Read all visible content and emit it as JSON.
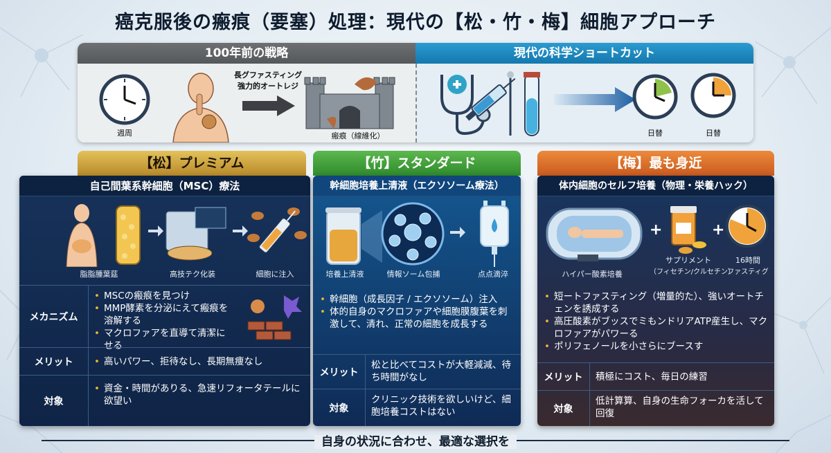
{
  "title": "癌克服後の瘢痕（要塞）処理：現代の【松・竹・梅】細胞アプローチ",
  "top": {
    "left_header": "100年前の戦略",
    "right_header": "現代の科学ショートカット",
    "clock_left_label": "週周",
    "arrow_label_1": "長グファスティング",
    "arrow_label_2": "強力的オートレジ",
    "castle_label": "瘢痕（線維化）",
    "clock_right_1_label": "日替",
    "clock_right_2_label": "日替"
  },
  "columns": [
    {
      "tab": "【松】プレミアム",
      "subtitle": "自己間葉系幹細胞（MSC）療法",
      "image_labels": [
        "脂脂腫葉莚",
        "高技テク化装",
        "細胞に注入"
      ],
      "mechanism_key": "メカニズム",
      "mechanism": [
        "MSCの瘢痕を見つけ",
        "MMP酵素を分泌にえて瘢痕を溶解する",
        "マクロファアを直導て清潔にせる"
      ],
      "merit_key": "メリット",
      "merit": "高いパワー、拒待なし、長期無痩なし",
      "target_key": "対象",
      "target": "資金・時間がありる、急速リフォータテールに欲望い"
    },
    {
      "tab": "【竹】スタンダード",
      "subtitle": "幹細胞培養上清液（エクソソーム療法）",
      "image_labels": [
        "培養上清液",
        "情報ソーム包捕",
        "点点滴淬"
      ],
      "mechanism": [
        "幹細胞（成長因子 / エクソソーム）注入",
        "体的自身のマクロファアや細胞膜腹葉を刺激して、清れ、正常の細胞を成長する"
      ],
      "merit_key": "メリット",
      "merit": "松と比べてコストが大軽減減、待ち時間がなし",
      "target_key": "対象",
      "target": "クリニック技術を欲しいけど、細胞培養コストはない"
    },
    {
      "tab": "【梅】最も身近",
      "subtitle": "体内細胞のセルフ培養（物理・栄養ハック）",
      "image_labels": [
        "ハイパー酸素培養",
        "サプリメント",
        "（フィセチン/クルセチン）",
        "16時間",
        "ファスティグ"
      ],
      "mechanism": [
        "短ートファスティング（増量的た）、強いオートチェンを誘成する",
        "高圧酸素がブッスでミもンドリアATP産生し、マクロファアがパワーる",
        "ポリフェノールを小さらにブースす"
      ],
      "merit_key": "メリット",
      "merit": "積極にコスト、毎日の練習",
      "target_key": "対象",
      "target": "低計算算、自身の生命フォーカを活して回復"
    }
  ],
  "footer": "自身の状況に合わせ、最適な選択を",
  "colors": {
    "pine_tab": "#c99a2e",
    "bamboo_tab": "#3f9a3a",
    "plum_tab": "#d9722a",
    "navy": "#13294d"
  }
}
